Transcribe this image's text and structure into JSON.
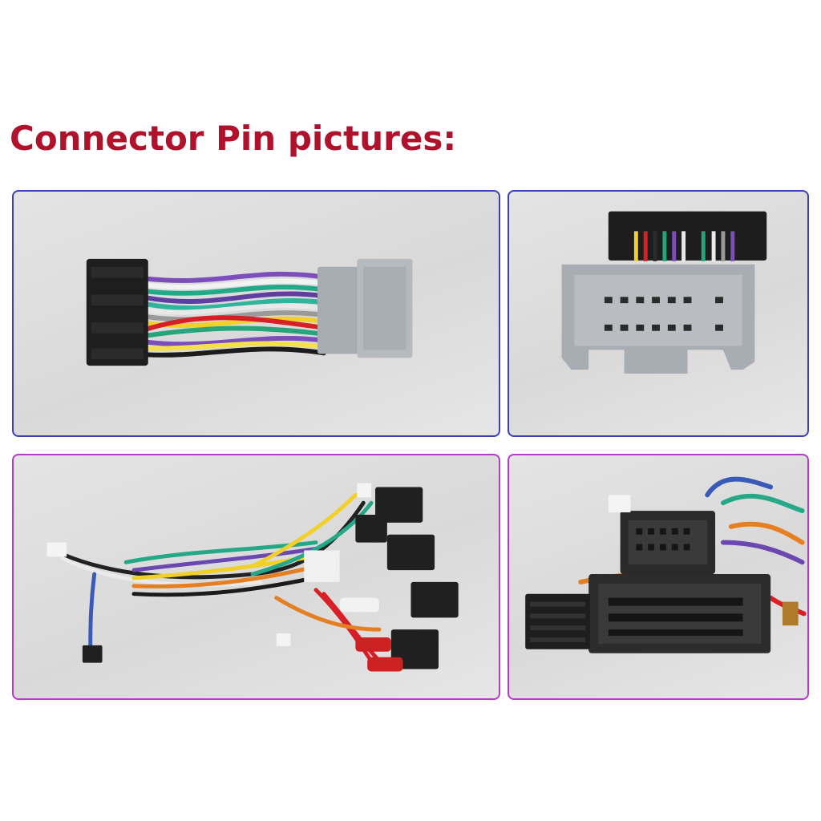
{
  "heading": "Connector Pin pictures:",
  "colors": {
    "heading": "#b0112b",
    "panel_border_top": "#3b3fb8",
    "panel_border_bottom": "#b43cc8",
    "background": "#ffffff"
  },
  "photos": [
    {
      "subject": "wiring-harness-adapter"
    },
    {
      "subject": "connector-pin-face"
    },
    {
      "subject": "full-wiring-harness"
    },
    {
      "subject": "connector-closeup"
    }
  ]
}
